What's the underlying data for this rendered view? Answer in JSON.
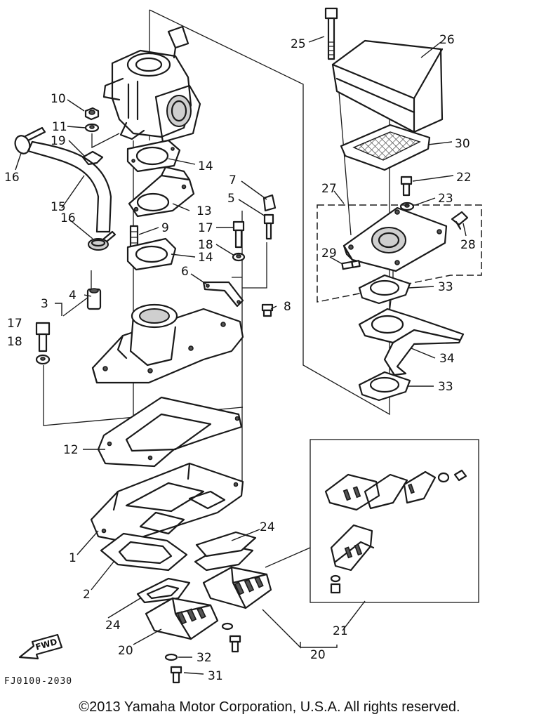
{
  "diagram": {
    "code": "FJ0100-2030",
    "fwd_label": "FWD",
    "callouts": {
      "c1": "1",
      "c2": "2",
      "c3": "3",
      "c4": "4",
      "c5": "5",
      "c6": "6",
      "c7": "7",
      "c8": "8",
      "c9": "9",
      "c10": "10",
      "c11": "11",
      "c12": "12",
      "c13": "13",
      "c14a": "14",
      "c14b": "14",
      "c15": "15",
      "c16a": "16",
      "c16b": "16",
      "c17a": "17",
      "c17b": "17",
      "c18a": "18",
      "c18b": "18",
      "c19": "19",
      "c20a": "20",
      "c20b": "20",
      "c21": "21",
      "c22": "22",
      "c23": "23",
      "c24a": "24",
      "c24b": "24",
      "c25": "25",
      "c26": "26",
      "c27": "27",
      "c28": "28",
      "c29": "29",
      "c30": "30",
      "c31": "31",
      "c32": "32",
      "c33a": "33",
      "c33b": "33",
      "c34": "34"
    }
  },
  "footer": {
    "copyright": "©2013 Yamaha Motor Corporation, U.S.A. All rights reserved."
  }
}
